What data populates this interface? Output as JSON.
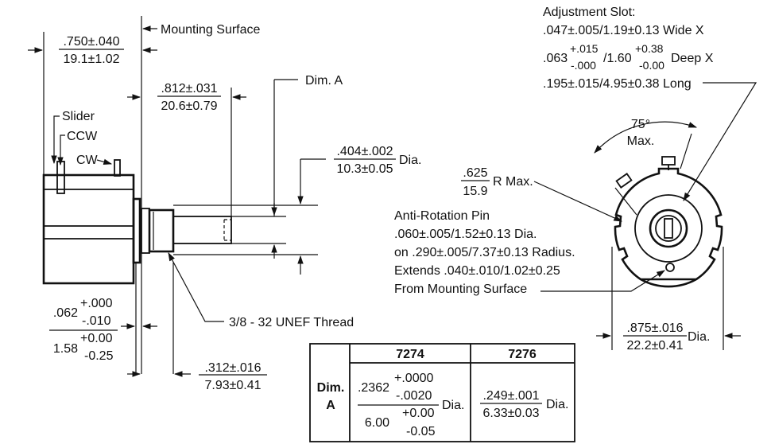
{
  "labels": {
    "mounting_surface": "Mounting Surface",
    "slider": "Slider",
    "ccw": "CCW",
    "cw": "CW",
    "dim_a": "Dim. A",
    "thread": "3/8 - 32 UNEF Thread",
    "r_max": "R Max.",
    "angle": "75°",
    "angle_max": "Max.",
    "dia": "Dia."
  },
  "dimensions": {
    "body_length_in": ".750±.040",
    "body_length_mm": "19.1±1.02",
    "shaft_length_in": ".812±.031",
    "shaft_length_mm": "20.6±0.79",
    "bushing_dia_in": ".404±.002",
    "bushing_dia_mm": "10.3±0.05",
    "flange_in_base": ".062",
    "flange_in_plus": "+.000",
    "flange_in_minus": "-.010",
    "flange_mm_base": "1.58",
    "flange_mm_plus": "+0.00",
    "flange_mm_minus": "-0.25",
    "thread_length_in": ".312±.016",
    "thread_length_mm": "7.93±0.41",
    "radius_in": ".625",
    "radius_mm": "15.9",
    "outer_dia_in": ".875±.016",
    "outer_dia_mm": "22.2±0.41"
  },
  "adjustment_slot": {
    "title": "Adjustment Slot:",
    "width_line": ".047±.005/1.19±0.13 Wide X",
    "depth_in_base": ".063",
    "depth_in_plus": "+.015",
    "depth_in_minus": "-.000",
    "depth_mm_base": "/1.60",
    "depth_mm_plus": "+0.38",
    "depth_mm_minus": "-0.00",
    "depth_suffix": "Deep X",
    "length_line": ".195±.015/4.95±0.38 Long"
  },
  "anti_rotation_pin": {
    "line1": "Anti-Rotation Pin",
    "line2": ".060±.005/1.52±0.13 Dia.",
    "line3": "on .290±.005/7.37±0.13 Radius.",
    "line4": "Extends .040±.010/1.02±0.25",
    "line5": "From Mounting Surface"
  },
  "dim_table": {
    "header_7274": "7274",
    "header_7276": "7276",
    "row_label_1": "Dim.",
    "row_label_2": "A",
    "c7274_in_base": ".2362",
    "c7274_in_plus": "+.0000",
    "c7274_in_minus": "-.0020",
    "c7274_mm_base": "6.00",
    "c7274_mm_plus": "+0.00",
    "c7274_mm_minus": "-0.05",
    "c7274_suffix": "Dia.",
    "c7276_in": ".249±.001",
    "c7276_mm": "6.33±0.03",
    "c7276_suffix": "Dia."
  }
}
